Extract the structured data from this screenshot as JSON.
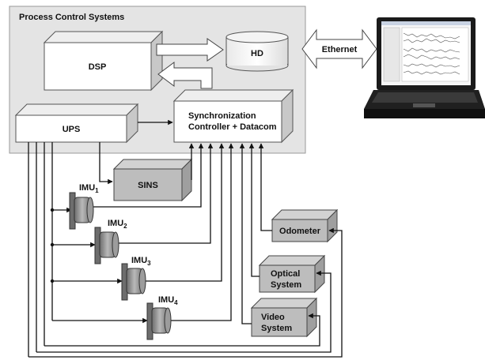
{
  "panel": {
    "title": "Process Control Systems"
  },
  "blocks": {
    "dsp": "DSP",
    "hd": "HD",
    "ups": "UPS",
    "sync_line1": "Synchronization",
    "sync_line2": "Controller + Datacom",
    "sins": "SINS",
    "odometer": "Odometer",
    "optical_line1": "Optical",
    "optical_line2": "System",
    "video_line1": "Video",
    "video_line2": "System"
  },
  "link": {
    "label": "Ethernet"
  },
  "imus": [
    {
      "name": "IMU",
      "sub": "1"
    },
    {
      "name": "IMU",
      "sub": "2"
    },
    {
      "name": "IMU",
      "sub": "3"
    },
    {
      "name": "IMU",
      "sub": "4"
    }
  ],
  "colors": {
    "panel": "#e4e4e4",
    "box_front": "#ffffff",
    "box_top": "#eeeeee",
    "box_side": "#c8c8c8",
    "gray_front": "#bdbdbd",
    "laptop_body": "#1a1a1a"
  }
}
